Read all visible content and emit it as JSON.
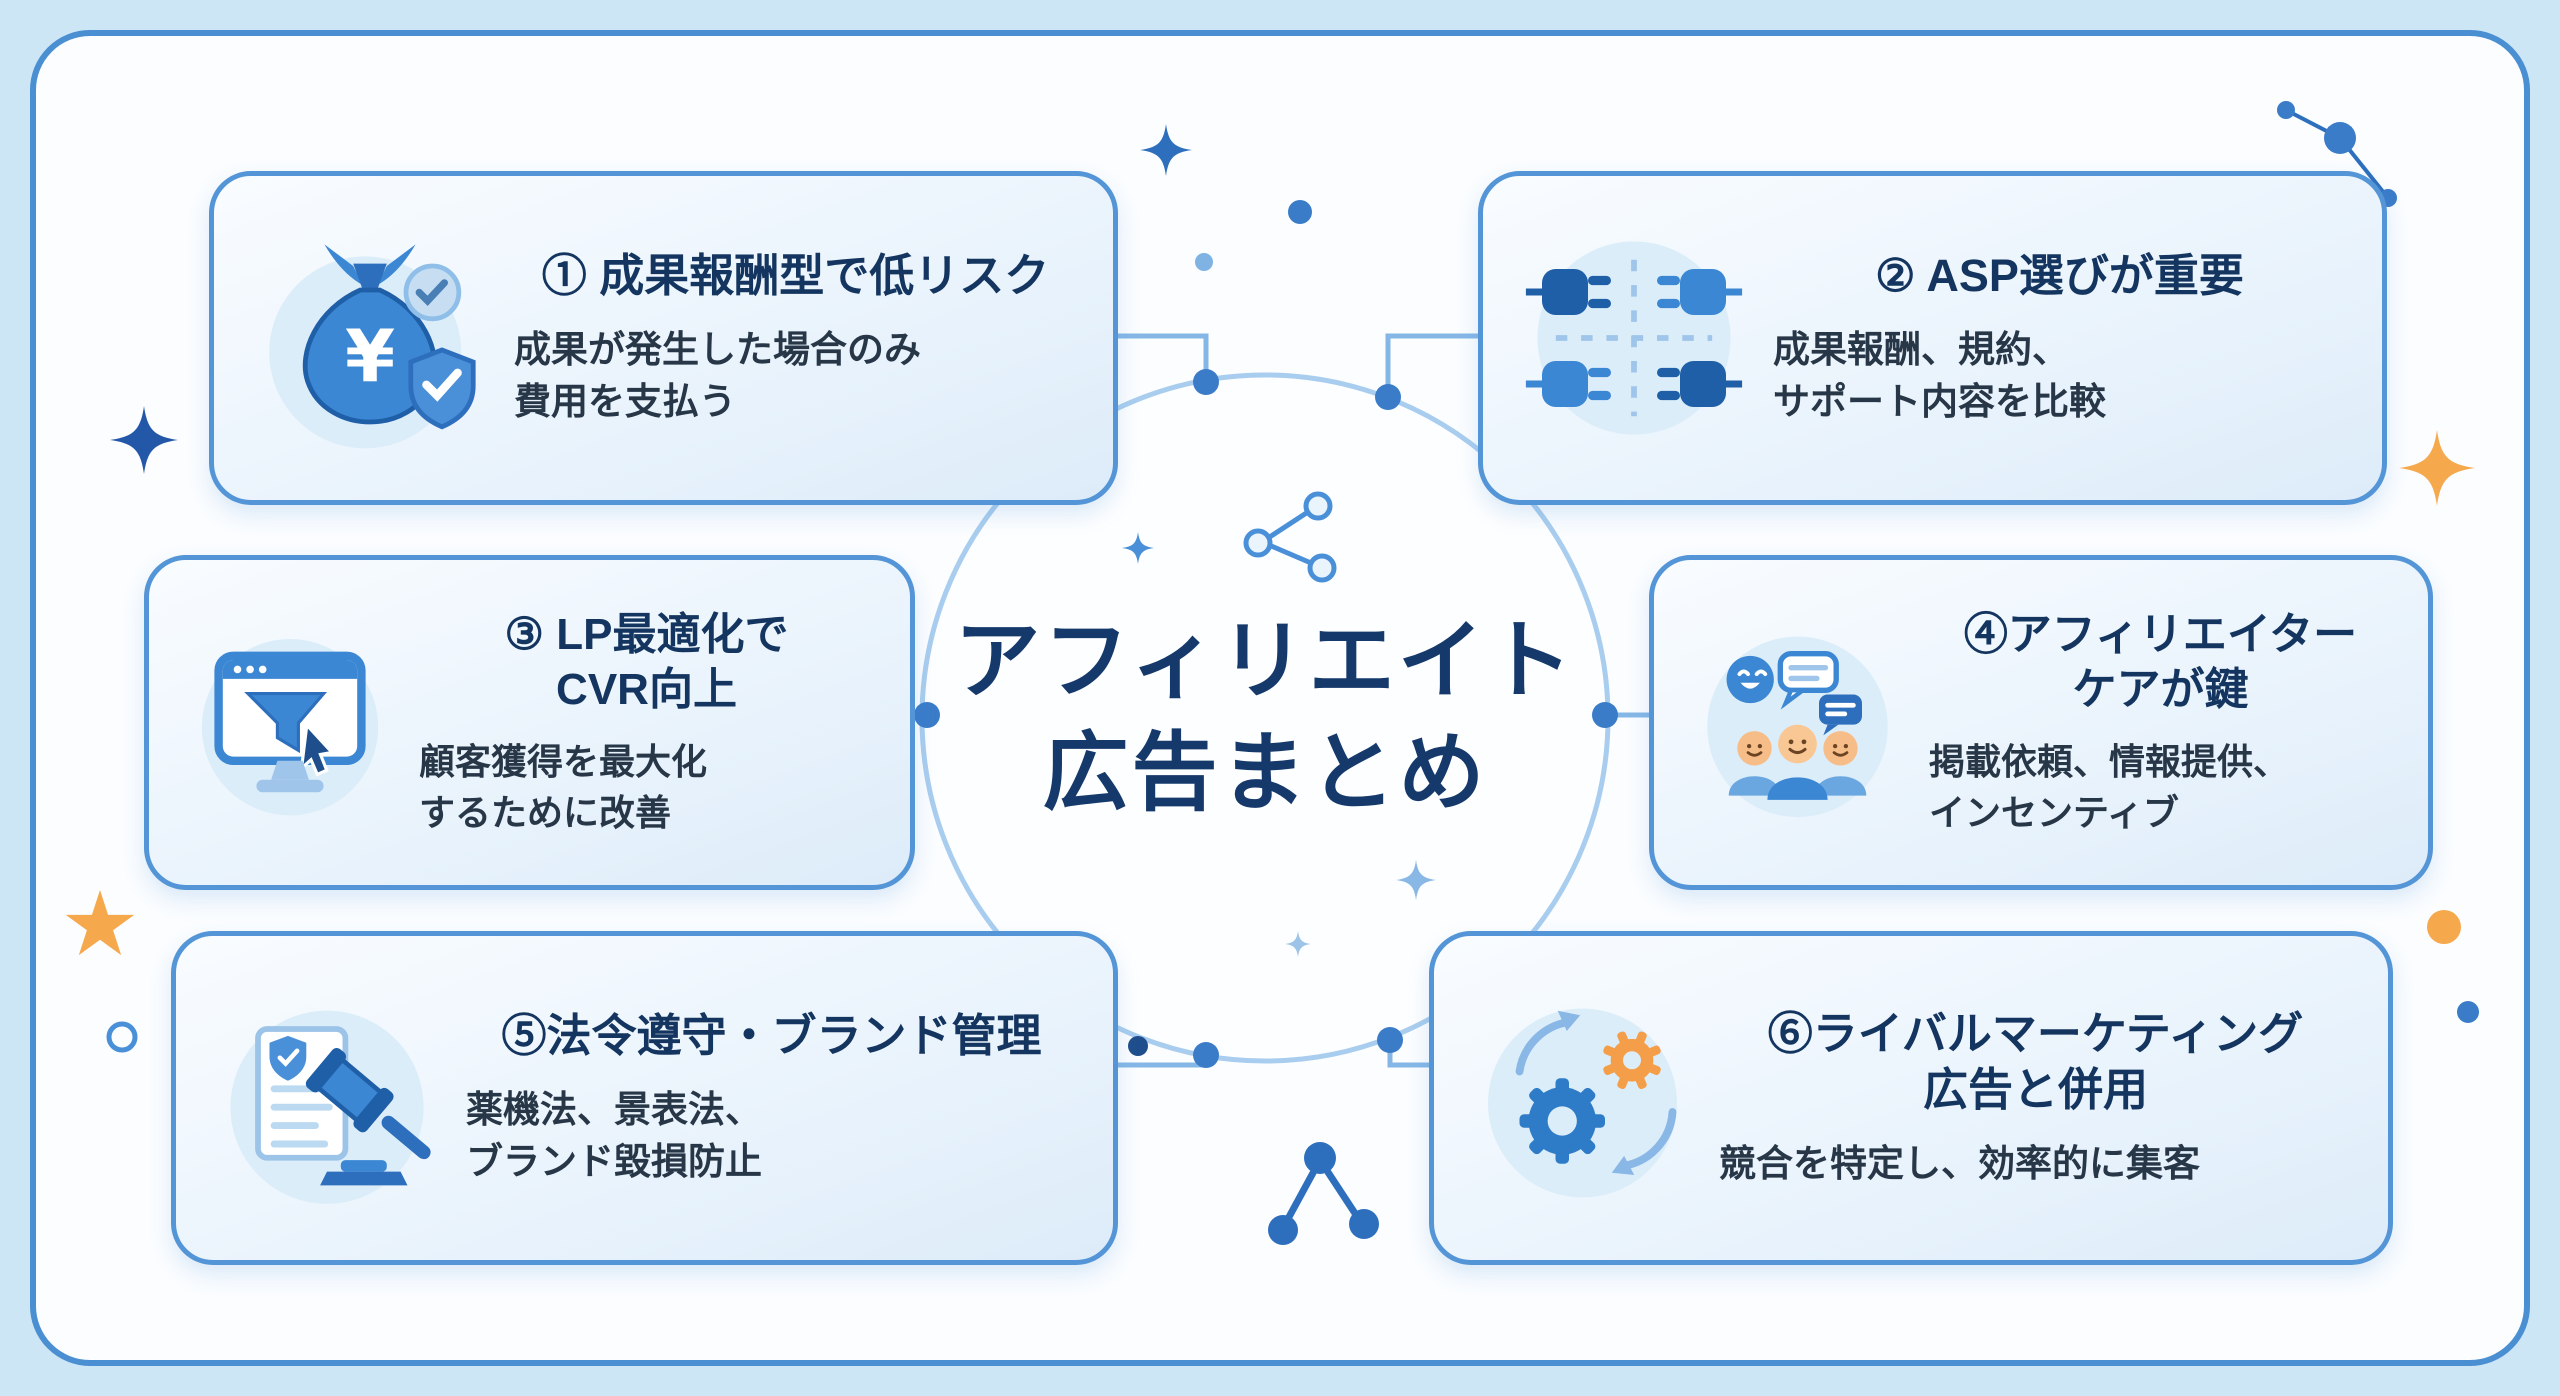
{
  "title": {
    "line1": "アフィリエイト",
    "line2": "広告まとめ"
  },
  "cards": [
    {
      "icon": "money-bag-icon",
      "heading": "① 成果報酬型で低リスク",
      "body": "成果が発生した場合のみ\n費用を支払う"
    },
    {
      "icon": "plugs-icon",
      "heading": "② ASP選びが重要",
      "body": "成果報酬、規約、\nサポート内容を比較"
    },
    {
      "icon": "funnel-monitor-icon",
      "heading": "③ LP最適化で\nCVR向上",
      "body": "顧客獲得を最大化\nするために改善"
    },
    {
      "icon": "people-chat-icon",
      "heading": "④アフィリエイター\nケアが鍵",
      "body": "掲載依頼、情報提供、\nインセンティブ"
    },
    {
      "icon": "gavel-document-icon",
      "heading": "⑤法令遵守・ブランド管理",
      "body": "薬機法、景表法、\nブランド毀損防止"
    },
    {
      "icon": "gears-icon",
      "heading": "⑥ライバルマーケティング\n広告と併用",
      "body": "競合を特定し、効率的に集客"
    }
  ],
  "colors": {
    "accent": "#4a90d9",
    "frame_border": "#4a8fd2",
    "card_border": "#5395d6",
    "navy_heading": "#14355f",
    "title_navy": "#16396b",
    "orange": "#f6a84c",
    "background": "#cde6f6",
    "connector": "#85b7e6",
    "node_dot": "#3b7cc9"
  },
  "decorations": [
    "four-point-sparkle-icon",
    "five-point-star-icon",
    "share-nodes-icon",
    "constellation-icon",
    "ring-icon",
    "dot"
  ]
}
